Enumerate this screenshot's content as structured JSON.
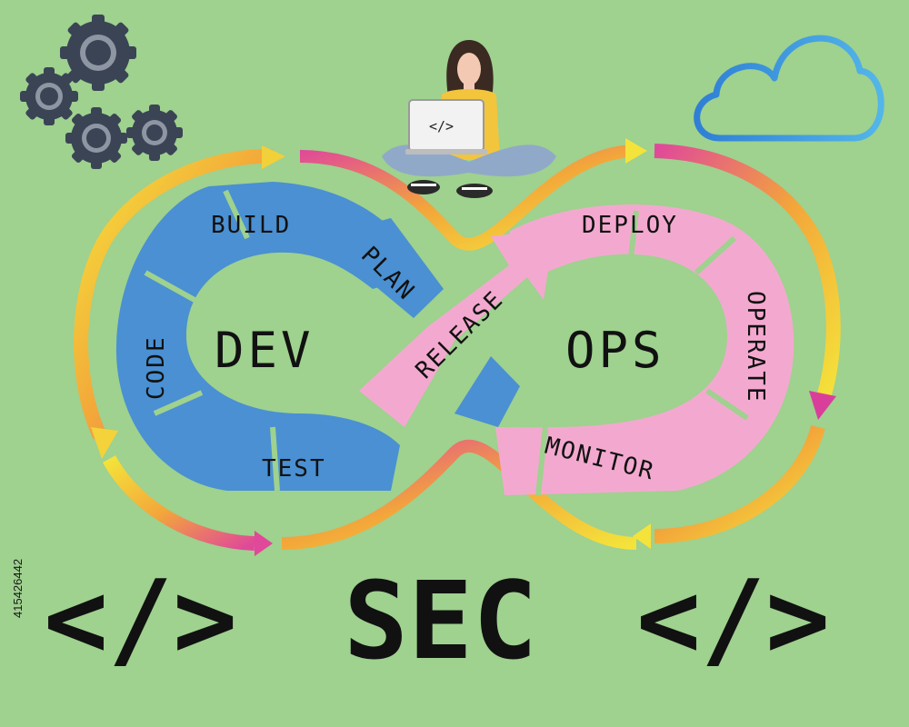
{
  "center": {
    "dev": "DEV",
    "ops": "OPS"
  },
  "stages": {
    "build": "BUILD",
    "plan": "PLAN",
    "code": "CODE",
    "test": "TEST",
    "release": "RELEASE",
    "deploy": "DEPLOY",
    "operate": "OPERATE",
    "monitor": "MONITOR"
  },
  "bottom_banner": {
    "open": "</>",
    "word": "SEC",
    "close": "</>"
  },
  "laptop_code": "</>",
  "side_id": "415426442",
  "colors": {
    "background": "#9fd18f",
    "dev_loop": "#4a90d2",
    "ops_loop": "#f3a9cf",
    "ring_yellow": "#f4e33a",
    "ring_orange": "#f39a3c",
    "ring_magenta": "#d93f9a",
    "gear": "#3a4455",
    "cloud": "#3a8fd8"
  },
  "icons": [
    "gear-icon",
    "cloud-icon",
    "developer-illustration",
    "laptop-icon",
    "infinity-loop"
  ]
}
